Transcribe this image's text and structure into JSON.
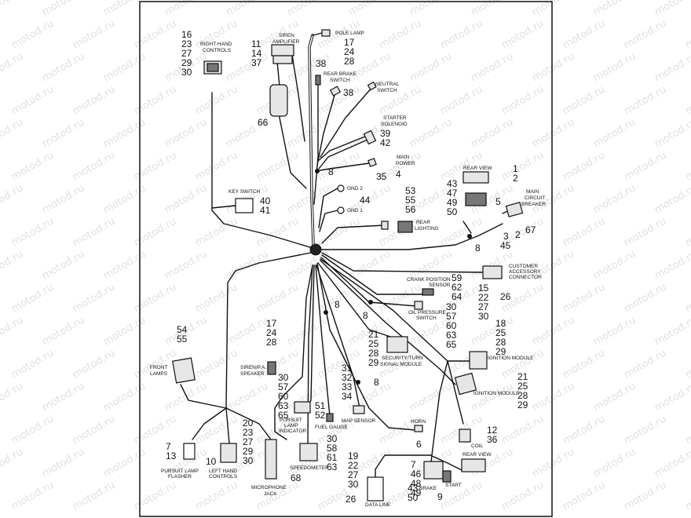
{
  "watermark": "motod.ru",
  "labels": {
    "right_hand_controls": [
      "RIGHT HAND",
      "CONTROLS"
    ],
    "siren_amplifier": [
      "SIREN",
      "AMPLIFIER"
    ],
    "pole_lamp": "POLE LAMP",
    "rear_brake_switch": [
      "REAR BRAKE",
      "SWITCH"
    ],
    "neutral_switch": [
      "NEUTRAL",
      "SWITCH"
    ],
    "starter_solenoid": [
      "STARTER",
      "SOLENOID"
    ],
    "main_power": [
      "MAIN",
      "POWER"
    ],
    "gnd2": "GND 2",
    "gnd1": "GND 1",
    "rear_lighting": [
      "REAR",
      "LIGHTING"
    ],
    "rear_view_top": "REAR VIEW",
    "main_circuit_breaker": [
      "MAIN",
      "CIRCUIT",
      "BREAKER"
    ],
    "key_switch": "KEY SWITCH",
    "customer_accessory_connector": [
      "CUSTOMER",
      "ACCESSORY",
      "CONNECTOR"
    ],
    "crank_position_sensor": [
      "CRANK POSITION",
      "SENSOR"
    ],
    "oil_pressure_switch": [
      "OIL PRESSURE",
      "SWITCH"
    ],
    "security_turn_signal_module": [
      "SECURITY/TURN",
      "SIGNAL MODULE"
    ],
    "ignition_module_1": "IGNITION MODULE",
    "ignition_module_2": "IGNITION MODULE",
    "front_lamps": [
      "FRONT",
      "LAMPS"
    ],
    "siren_pa_speaker": [
      "SIREN/P.A.",
      "SPEAKER"
    ],
    "pursuit_lamp_indicator": [
      "PURSUIT",
      "LAMP",
      "INDICATOR"
    ],
    "fuel_gauge": "FUEL GAUGE",
    "map_sensor": "MAP SENSOR",
    "horn": "HORN",
    "coil": "COIL",
    "pursuit_lamp_flasher": [
      "PURSUIT LAMP",
      "FLASHER"
    ],
    "left_hand_controls": [
      "LEFT HAND",
      "CONTROLS"
    ],
    "microphone_jack": [
      "MICROPHONE",
      "JACK"
    ],
    "speedometer": "SPEEDOMETER",
    "data_line": "DATA LINE",
    "brake": "BRAKE",
    "start": "START",
    "rear_view_bottom": "REAR VIEW"
  },
  "numbers": {
    "right_hand_controls": [
      "16",
      "23",
      "27",
      "29",
      "30"
    ],
    "siren_amplifier": [
      "11",
      "14",
      "37"
    ],
    "pole_lamp": [
      "17",
      "24",
      "28"
    ],
    "rear_brake_38a": "38",
    "rear_brake_38b": "38",
    "harness_66": "66",
    "starter_solenoid": [
      "39",
      "42"
    ],
    "junction_8_top": "8",
    "main_power_35": "35",
    "main_power_4": "4",
    "gnd_44": "44",
    "rear_lighting": [
      "53",
      "55",
      "56"
    ],
    "rear_view_top": [
      "43",
      "47",
      "49",
      "50"
    ],
    "breaker_top": [
      "1",
      "2"
    ],
    "breaker_5": "5",
    "breaker_2": "2",
    "breaker_67": "67",
    "breaker_3_45": [
      "3",
      "45"
    ],
    "junction_8_right": "8",
    "key_switch": [
      "40",
      "41"
    ],
    "crank_position": [
      "59",
      "62",
      "64"
    ],
    "accessory": [
      "15",
      "22",
      "27",
      "30"
    ],
    "accessory_26": "26",
    "oil_pressure": [
      "30",
      "57",
      "60",
      "63",
      "65"
    ],
    "junction_8_mid1": "8",
    "junction_8_mid2": "8",
    "security": [
      "21",
      "25",
      "28",
      "29"
    ],
    "ignition_1": [
      "18",
      "25",
      "28",
      "29"
    ],
    "ignition_2": [
      "21",
      "25",
      "28",
      "29"
    ],
    "front_lamps": [
      "54",
      "55"
    ],
    "siren_speaker": [
      "17",
      "24",
      "28"
    ],
    "pursuit_indicator": [
      "30",
      "57",
      "60",
      "63",
      "65"
    ],
    "fuel_gauge": [
      "51",
      "52"
    ],
    "map_sensor": [
      "31",
      "32",
      "33",
      "34"
    ],
    "junction_8_map": "8",
    "horn_6": "6",
    "coil": [
      "12",
      "36"
    ],
    "flasher": [
      "7",
      "13"
    ],
    "flasher_10": "10",
    "left_hand_controls": [
      "20",
      "23",
      "27",
      "29",
      "30"
    ],
    "microphone_68": "68",
    "speedometer": [
      "30",
      "58",
      "61",
      "63"
    ],
    "data_line": [
      "19",
      "22",
      "27",
      "30"
    ],
    "data_line_26": "26",
    "brake_start": [
      "7",
      "46",
      "48",
      "49"
    ],
    "brake_43_50": [
      "43",
      "50"
    ],
    "start_9": "9"
  }
}
